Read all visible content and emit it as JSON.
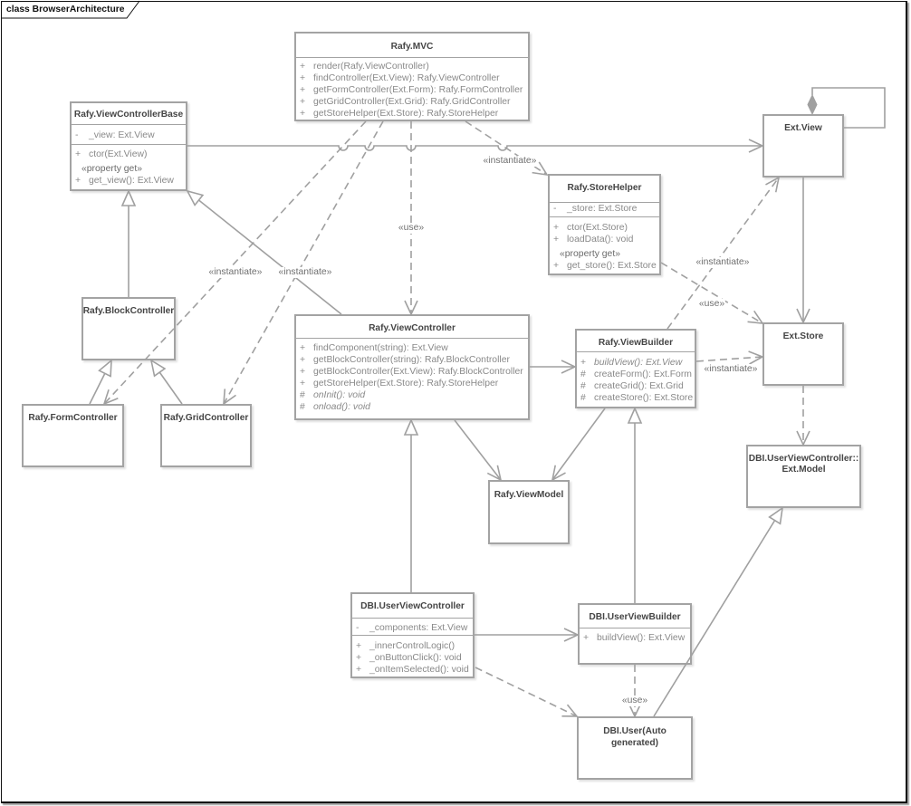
{
  "frame": {
    "label": "class BrowserArchitecture"
  },
  "classes": {
    "mvc": {
      "name": "Rafy.MVC",
      "operations": [
        {
          "visibility": "+",
          "signature": "render(Rafy.ViewController)"
        },
        {
          "visibility": "+",
          "signature": "findController(Ext.View): Rafy.ViewController"
        },
        {
          "visibility": "+",
          "signature": "getFormController(Ext.Form): Rafy.FormController"
        },
        {
          "visibility": "+",
          "signature": "getGridController(Ext.Grid): Rafy.GridController"
        },
        {
          "visibility": "+",
          "signature": "getStoreHelper(Ext.Store): Rafy.StoreHelper"
        }
      ]
    },
    "view_controller_base": {
      "name": "Rafy.ViewControllerBase",
      "attributes": [
        {
          "visibility": "-",
          "signature": "_view: Ext.View"
        }
      ],
      "operations": [
        {
          "visibility": "+",
          "signature": "ctor(Ext.View)"
        }
      ],
      "property_get": {
        "stereotype": "«property get»",
        "operations": [
          {
            "visibility": "+",
            "signature": "get_view(): Ext.View"
          }
        ]
      }
    },
    "ext_view": {
      "name": "Ext.View"
    },
    "store_helper": {
      "name": "Rafy.StoreHelper",
      "attributes": [
        {
          "visibility": "-",
          "signature": "_store: Ext.Store"
        }
      ],
      "operations": [
        {
          "visibility": "+",
          "signature": "ctor(Ext.Store)"
        },
        {
          "visibility": "+",
          "signature": "loadData(): void"
        }
      ],
      "property_get": {
        "stereotype": "«property get»",
        "operations": [
          {
            "visibility": "+",
            "signature": "get_store(): Ext.Store"
          }
        ]
      }
    },
    "block_controller": {
      "name": "Rafy.BlockController"
    },
    "form_controller": {
      "name": "Rafy.FormController"
    },
    "grid_controller": {
      "name": "Rafy.GridController"
    },
    "view_controller": {
      "name": "Rafy.ViewController",
      "operations": [
        {
          "visibility": "+",
          "signature": "findComponent(string): Ext.View"
        },
        {
          "visibility": "+",
          "signature": "getBlockController(string): Rafy.BlockController"
        },
        {
          "visibility": "+",
          "signature": "getBlockController(Ext.View): Rafy.BlockController"
        },
        {
          "visibility": "+",
          "signature": "getStoreHelper(Ext.Store): Rafy.StoreHelper"
        },
        {
          "visibility": "#",
          "signature": "onInit(): void",
          "abstract": true
        },
        {
          "visibility": "#",
          "signature": "onload(): void",
          "abstract": true
        }
      ]
    },
    "view_builder": {
      "name": "Rafy.ViewBuilder",
      "operations": [
        {
          "visibility": "+",
          "signature": "buildView(): Ext.View",
          "abstract": true
        },
        {
          "visibility": "#",
          "signature": "createForm(): Ext.Form"
        },
        {
          "visibility": "#",
          "signature": "createGrid(): Ext.Grid"
        },
        {
          "visibility": "#",
          "signature": "createStore(): Ext.Store"
        }
      ]
    },
    "ext_store": {
      "name": "Ext.Store"
    },
    "ext_model": {
      "name": "DBI.UserViewController::Ext.Model",
      "name_lines": [
        "DBI.UserViewController::",
        "Ext.Model"
      ]
    },
    "view_model": {
      "name": "Rafy.ViewModel"
    },
    "user_view_controller": {
      "name": "DBI.UserViewController",
      "attributes": [
        {
          "visibility": "-",
          "signature": "_components: Ext.View"
        }
      ],
      "operations": [
        {
          "visibility": "+",
          "signature": "_innerControlLogic()"
        },
        {
          "visibility": "+",
          "signature": "_onButtonClick(): void"
        },
        {
          "visibility": "+",
          "signature": "_onItemSelected(): void"
        }
      ]
    },
    "user_view_builder": {
      "name": "DBI.UserViewBuilder",
      "operations": [
        {
          "visibility": "+",
          "signature": "buildView(): Ext.View"
        }
      ]
    },
    "dbi_user": {
      "name": "DBI.User(Auto generated)",
      "name_lines": [
        "DBI.User(Auto",
        "generated)"
      ]
    }
  },
  "relationships": [
    {
      "type": "association",
      "source": "Rafy.ViewControllerBase",
      "target": "Ext.View"
    },
    {
      "type": "composition",
      "source": "Ext.View",
      "target": "Ext.View"
    },
    {
      "type": "dependency",
      "source": "Rafy.MVC",
      "target": "Rafy.FormController",
      "label": "«instantiate»"
    },
    {
      "type": "dependency",
      "source": "Rafy.MVC",
      "target": "Rafy.GridController",
      "label": "«instantiate»"
    },
    {
      "type": "dependency",
      "source": "Rafy.MVC",
      "target": "Rafy.ViewController",
      "label": "«use»"
    },
    {
      "type": "dependency",
      "source": "Rafy.MVC",
      "target": "Rafy.StoreHelper",
      "label": "«instantiate»"
    },
    {
      "type": "generalization",
      "source": "Rafy.BlockController",
      "target": "Rafy.ViewControllerBase"
    },
    {
      "type": "generalization",
      "source": "Rafy.ViewController",
      "target": "Rafy.ViewControllerBase"
    },
    {
      "type": "generalization",
      "source": "Rafy.FormController",
      "target": "Rafy.BlockController"
    },
    {
      "type": "generalization",
      "source": "Rafy.GridController",
      "target": "Rafy.BlockController"
    },
    {
      "type": "association",
      "source": "Rafy.ViewController",
      "target": "Rafy.ViewBuilder"
    },
    {
      "type": "association",
      "source": "Rafy.ViewController",
      "target": "Rafy.ViewModel"
    },
    {
      "type": "association",
      "source": "Rafy.ViewBuilder",
      "target": "Rafy.ViewModel"
    },
    {
      "type": "dependency",
      "source": "Rafy.ViewBuilder",
      "target": "Ext.View",
      "label": "«instantiate»"
    },
    {
      "type": "dependency",
      "source": "Rafy.StoreHelper",
      "target": "Ext.Store",
      "label": "«use»"
    },
    {
      "type": "dependency",
      "source": "Rafy.ViewBuilder",
      "target": "Ext.Store",
      "label": "«instantiate»"
    },
    {
      "type": "association",
      "source": "Ext.View",
      "target": "Ext.Store"
    },
    {
      "type": "dependency",
      "source": "Ext.Store",
      "target": "DBI.UserViewController::Ext.Model"
    },
    {
      "type": "generalization",
      "source": "DBI.UserViewController",
      "target": "Rafy.ViewController"
    },
    {
      "type": "generalization",
      "source": "DBI.UserViewBuilder",
      "target": "Rafy.ViewBuilder"
    },
    {
      "type": "association",
      "source": "DBI.UserViewController",
      "target": "DBI.UserViewBuilder"
    },
    {
      "type": "dependency",
      "source": "DBI.UserViewController",
      "target": "DBI.User(Auto generated)"
    },
    {
      "type": "dependency",
      "source": "DBI.UserViewBuilder",
      "target": "DBI.User(Auto generated)",
      "label": "«use»"
    },
    {
      "type": "generalization",
      "source": "DBI.User(Auto generated)",
      "target": "DBI.UserViewController::Ext.Model"
    }
  ]
}
